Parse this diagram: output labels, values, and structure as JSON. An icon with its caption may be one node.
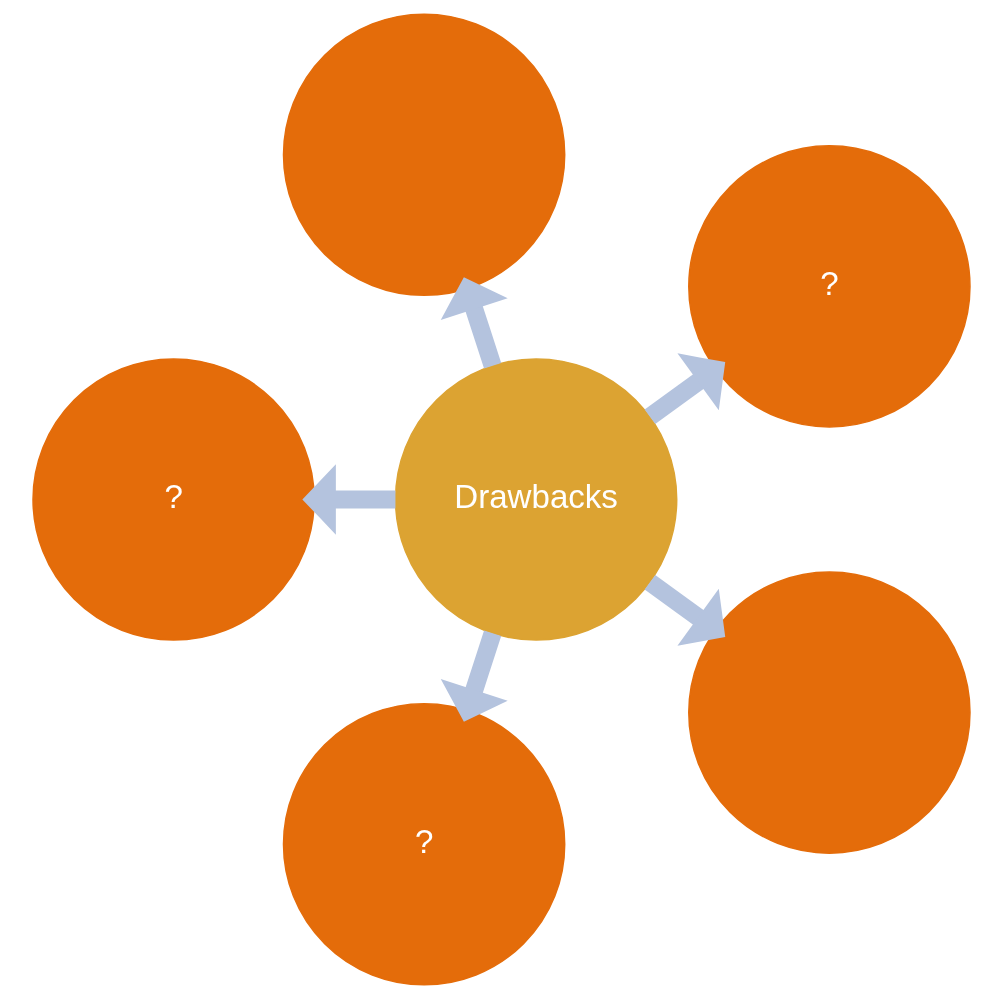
{
  "diagram": {
    "nodes": [
      {
        "text": [
          "?"
        ]
      },
      {
        "text": [],
        "shape": "circle"
      },
      {
        "text": [
          "Drawbacks"
        ]
      },
      {
        "text": [
          "?"
        ]
      },
      {
        "text": [
          "?"
        ]
      },
      {
        "text": [],
        "shape": "circle"
      }
    ],
    "edges": [
      {
        "from": 2,
        "to": 0,
        "arrow": "to"
      },
      {
        "from": 2,
        "to": 1,
        "arrow": "to"
      },
      {
        "from": 2,
        "to": 3,
        "arrow": "to"
      },
      {
        "from": 2,
        "to": 5,
        "arrow": "to"
      },
      {
        "from": 2,
        "to": 4,
        "arrow": "to"
      }
    ]
  }
}
